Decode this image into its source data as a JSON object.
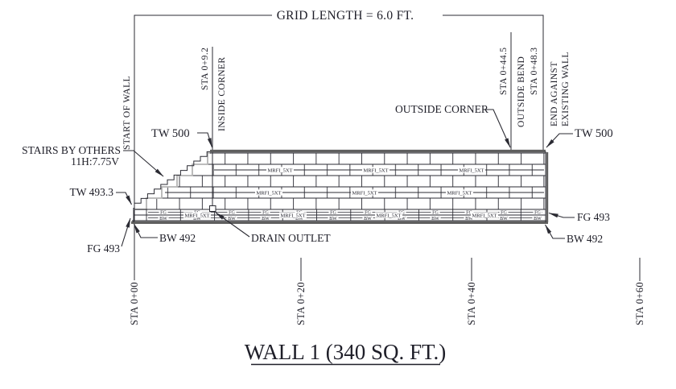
{
  "drawing": {
    "grid_note": "GRID LENGTH = 6.0 FT.",
    "title": "WALL 1 (340 SQ. FT.)",
    "vertical_labels": {
      "start_of_wall": "START OF WALL",
      "sta_0_9_2": "STA 0+9.2",
      "inside_corner": "INSIDE CORNER",
      "sta_0_44_5": "STA 0+44.5",
      "outside_bend": "OUTSIDE BEND",
      "sta_0_48_3": "STA 0+48.3",
      "end_against_line1": "END AGAINST",
      "end_against_line2": "EXISTING WALL"
    },
    "annotations": {
      "tw500_left": "TW 500",
      "tw500_right": "TW 500",
      "outside_corner": "OUTSIDE CORNER",
      "stairs_by_others": "STAIRS BY OTHERS",
      "stairs_ratio": "11H:7.75V",
      "tw4933": "TW 493.3",
      "fg493_left": "FG 493",
      "bw492_left": "BW 492",
      "fg493_right": "FG 493",
      "bw492_right": "BW 492",
      "drain_outlet": "DRAIN OUTLET"
    },
    "stations": [
      "STA 0+00",
      "STA 0+20",
      "STA 0+40",
      "STA 0+60"
    ],
    "block_label": "MRFI_5XT",
    "band": {
      "fg": "FG",
      "bw": "BW"
    },
    "colors": {
      "line": "#2b2b33",
      "heavy_edge": "#5f5f5f",
      "text": "#1e1e28"
    }
  }
}
